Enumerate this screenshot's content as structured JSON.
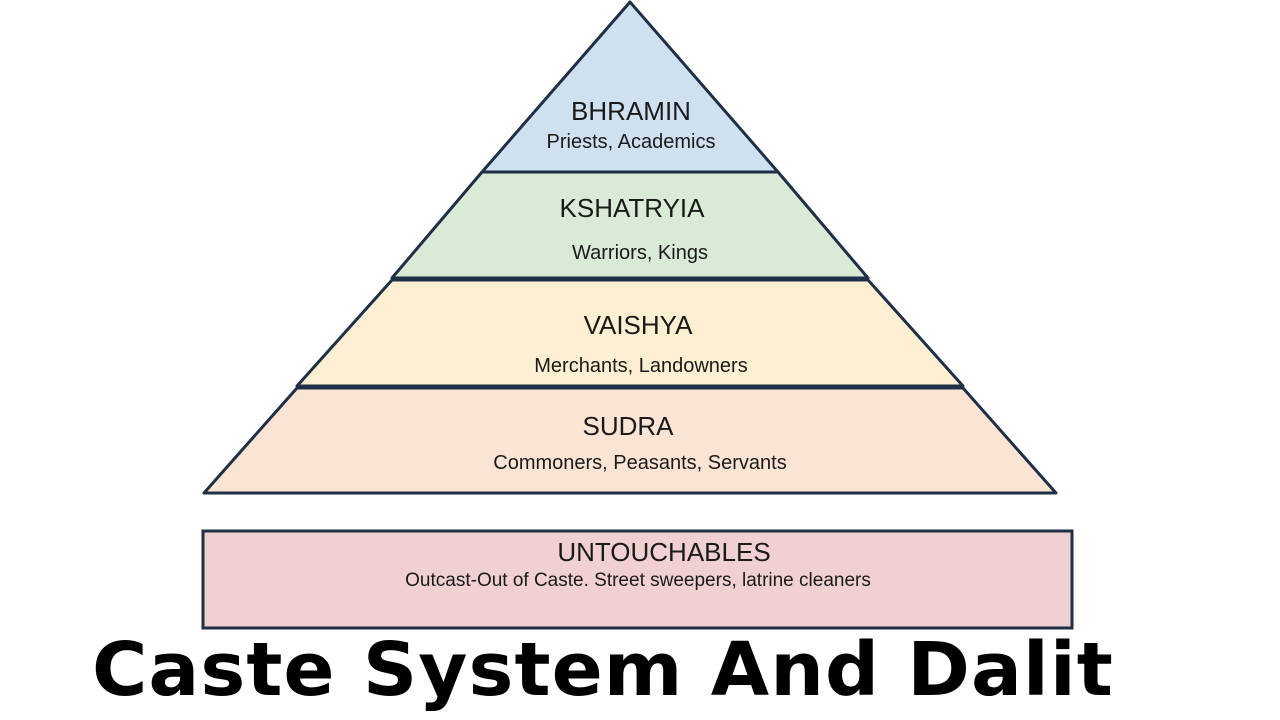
{
  "pyramid": {
    "tiers": [
      {
        "name": "BHRAMIN",
        "description": "Priests, Academics",
        "fill": "#cfe0f1"
      },
      {
        "name": "KSHATRYIA",
        "description": "Warriors, Kings",
        "fill": "#d9ead6"
      },
      {
        "name": "VAISHYA",
        "description": "Merchants, Landowners",
        "fill": "#fdf0d2"
      },
      {
        "name": "SUDRA",
        "description": "Commoners, Peasants, Servants",
        "fill": "#fbe4d3"
      }
    ],
    "outline_color": "#1f2f45"
  },
  "base_box": {
    "name": "UNTOUCHABLES",
    "description": "Outcast-Out of Caste. Street sweepers, latrine cleaners",
    "fill": "#f1d0d2"
  },
  "title": "Caste System And Dalit"
}
